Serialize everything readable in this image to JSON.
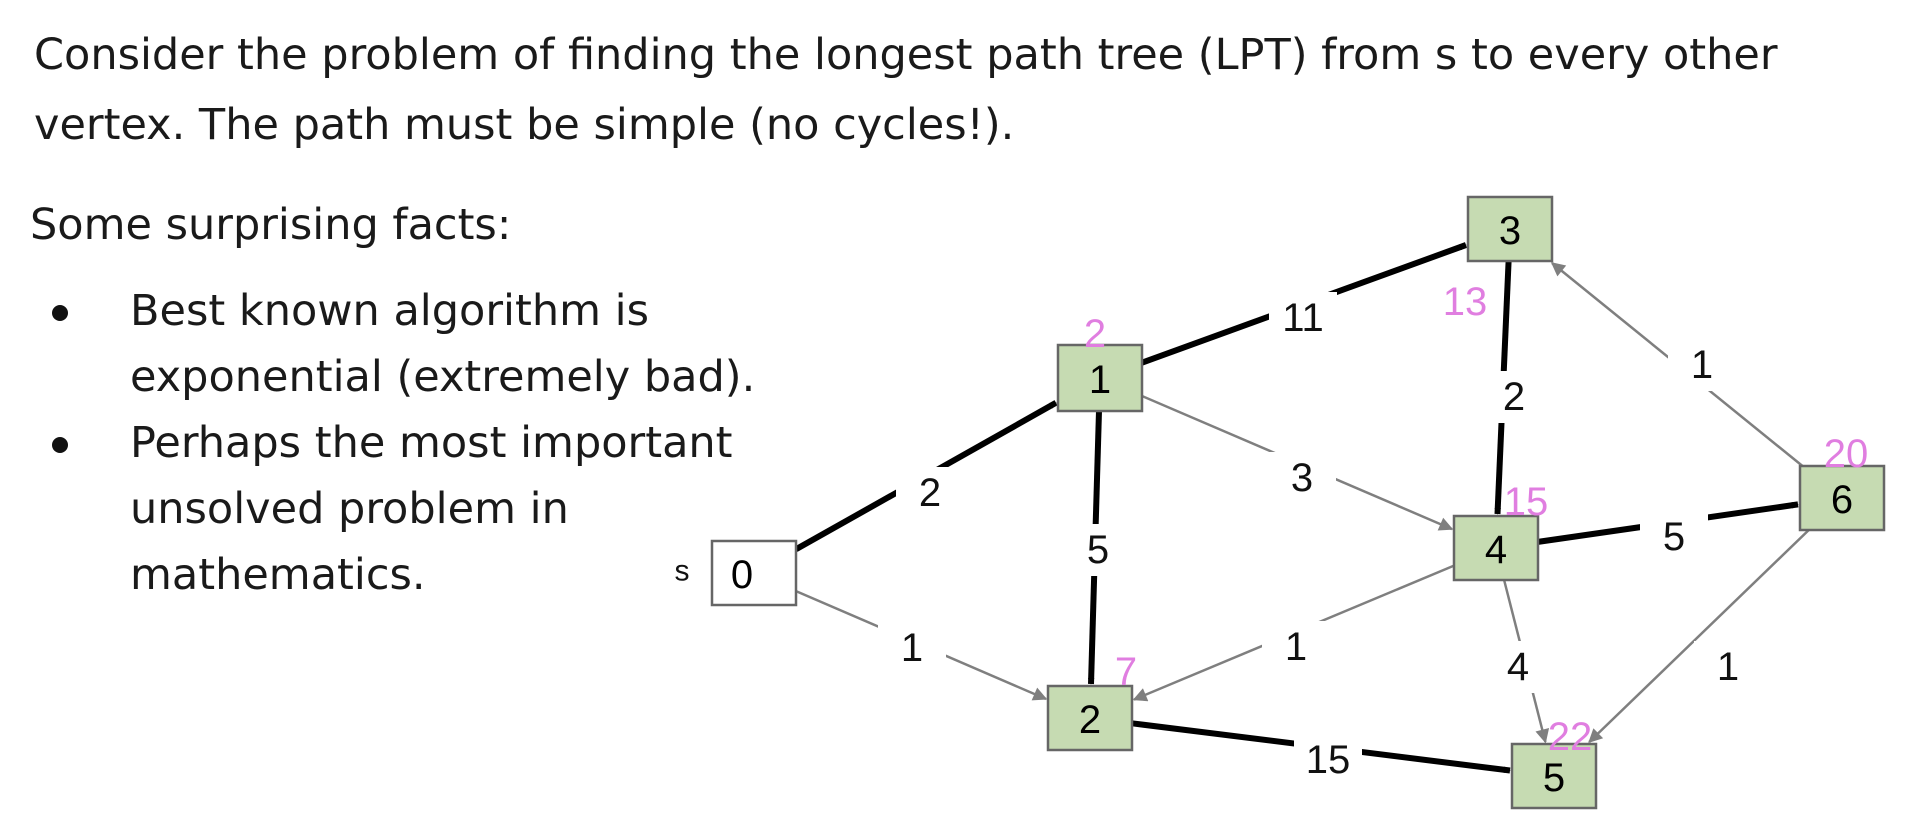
{
  "intro": "Consider the problem of finding the longest path tree (LPT) from s to every other vertex. The path must be simple (no cycles!).",
  "facts_heading": "Some surprising facts:",
  "bullets": [
    "Best known algorithm is exponential (extremely bad).",
    "Perhaps the most important unsolved problem in mathematics."
  ],
  "colors": {
    "node_fill": "#c6dbb2",
    "node_stroke": "#666666",
    "source_fill": "#ffffff",
    "tree_edge": "#000000",
    "other_edge": "#7f7f7f",
    "distance_label": "#e07ee0"
  },
  "graph": {
    "source_label": "s",
    "nodes": [
      {
        "id": "0",
        "label": "0",
        "distance": ""
      },
      {
        "id": "1",
        "label": "1",
        "distance": "2"
      },
      {
        "id": "2",
        "label": "2",
        "distance": "7"
      },
      {
        "id": "3",
        "label": "3",
        "distance": "13"
      },
      {
        "id": "4",
        "label": "4",
        "distance": "15"
      },
      {
        "id": "5",
        "label": "5",
        "distance": "22"
      },
      {
        "id": "6",
        "label": "6",
        "distance": "20"
      }
    ],
    "edges": [
      {
        "from": "0",
        "to": "1",
        "weight": "2",
        "in_tree": true
      },
      {
        "from": "0",
        "to": "2",
        "weight": "1",
        "in_tree": false
      },
      {
        "from": "1",
        "to": "3",
        "weight": "11",
        "in_tree": true
      },
      {
        "from": "1",
        "to": "2",
        "weight": "5",
        "in_tree": true
      },
      {
        "from": "1",
        "to": "4",
        "weight": "3",
        "in_tree": false
      },
      {
        "from": "3",
        "to": "4",
        "weight": "2",
        "in_tree": true
      },
      {
        "from": "4",
        "to": "2",
        "weight": "1",
        "in_tree": false
      },
      {
        "from": "4",
        "to": "6",
        "weight": "5",
        "in_tree": true
      },
      {
        "from": "4",
        "to": "5",
        "weight": "4",
        "in_tree": false
      },
      {
        "from": "2",
        "to": "5",
        "weight": "15",
        "in_tree": true
      },
      {
        "from": "6",
        "to": "3",
        "weight": "1",
        "in_tree": false
      },
      {
        "from": "6",
        "to": "5",
        "weight": "1",
        "in_tree": false
      }
    ]
  }
}
